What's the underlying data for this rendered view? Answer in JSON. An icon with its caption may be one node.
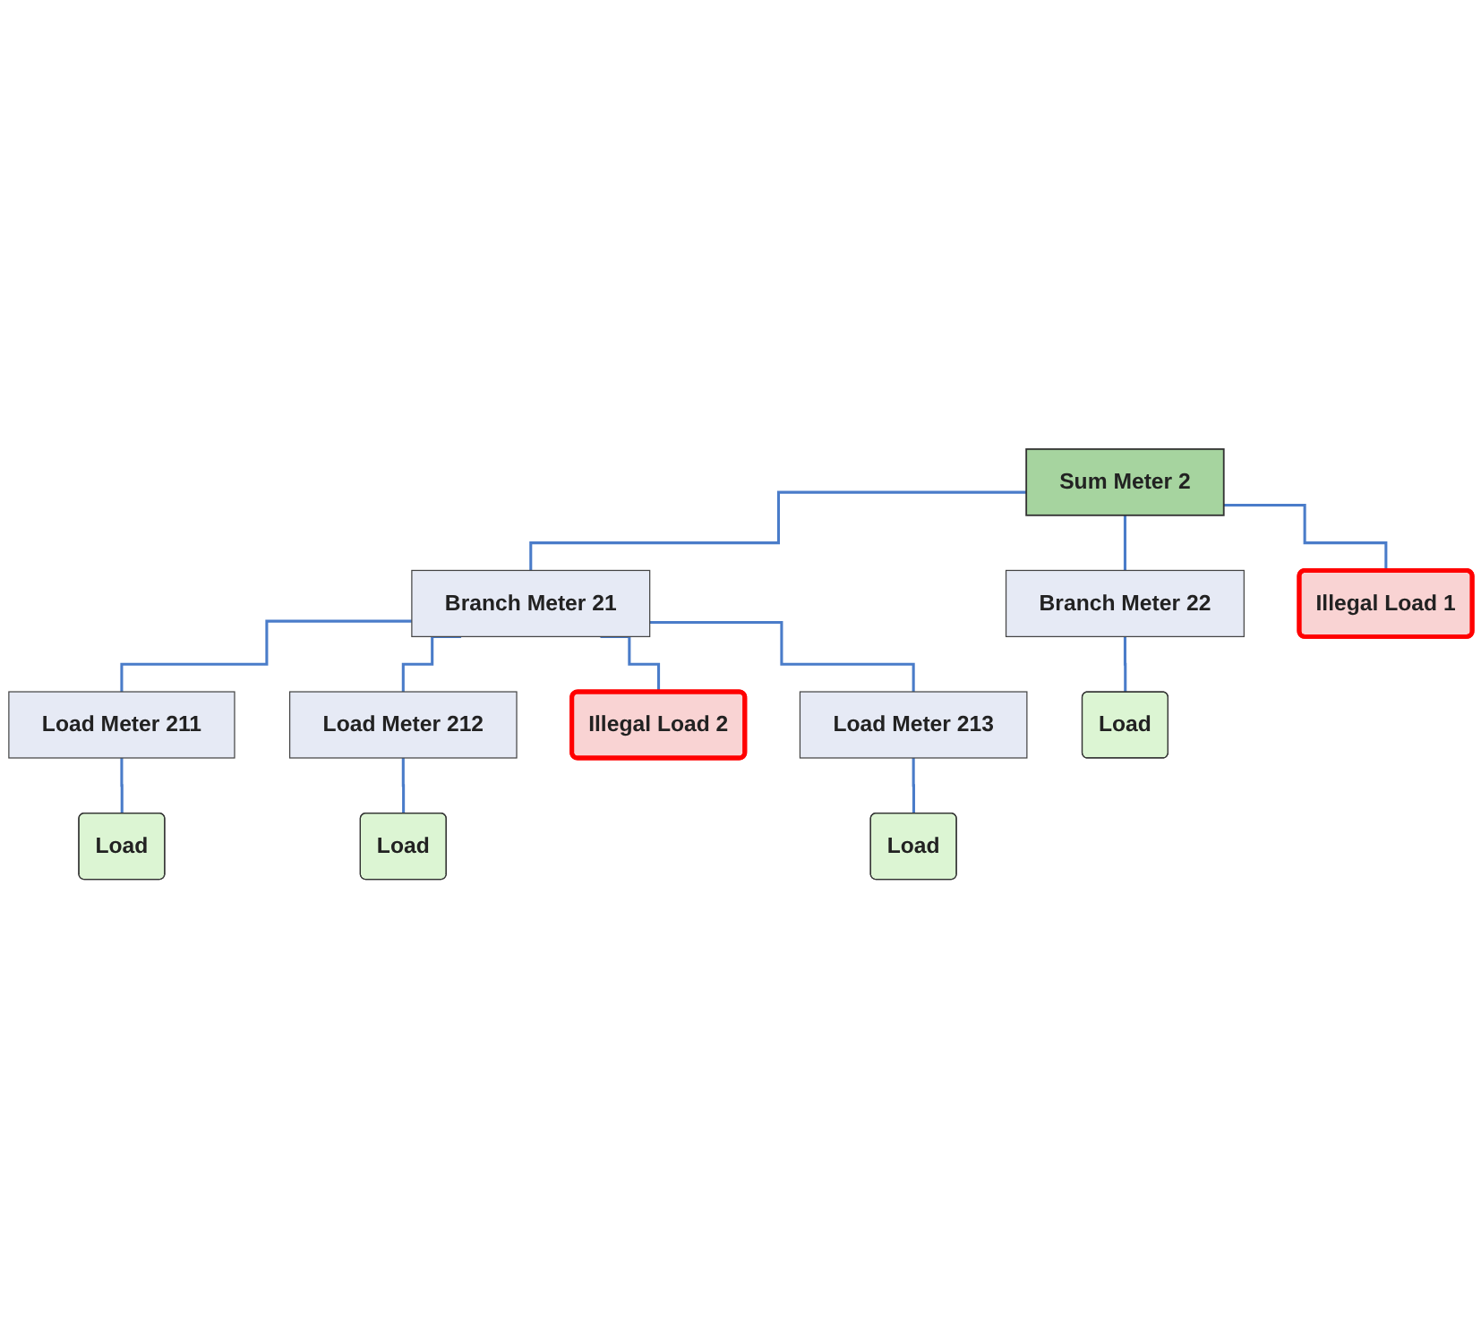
{
  "diagram": {
    "nodes": [
      {
        "text": [
          "Sum Meter 2"
        ]
      },
      {
        "text": [
          "Branch Meter 21"
        ]
      },
      {
        "text": [
          "Branch Meter 22"
        ]
      },
      {
        "text": [
          "Illegal Load 1"
        ]
      },
      {
        "text": [
          "Load"
        ]
      },
      {
        "text": [
          "Load Meter 211"
        ]
      },
      {
        "text": [
          "Load"
        ]
      },
      {
        "text": [
          "Load"
        ]
      },
      {
        "text": [
          "Load Meter 212"
        ]
      },
      {
        "text": [
          "Illegal Load 2"
        ]
      },
      {
        "text": [
          "Load"
        ]
      },
      {
        "text": [
          "Load Meter 213"
        ]
      }
    ],
    "edges": [
      {
        "from": 0,
        "to": 1,
        "arrow": "none"
      },
      {
        "from": 0,
        "to": 2,
        "arrow": "none"
      },
      {
        "from": 0,
        "to": 3,
        "arrow": "none"
      },
      {
        "from": 1,
        "to": 5,
        "arrow": "none"
      },
      {
        "from": 1,
        "to": 8,
        "arrow": "none"
      },
      {
        "from": 1,
        "to": 9,
        "arrow": "none"
      },
      {
        "from": 1,
        "to": 11,
        "arrow": "none"
      },
      {
        "from": 2,
        "to": 6,
        "arrow": "none"
      },
      {
        "from": 5,
        "to": 4,
        "arrow": "none"
      },
      {
        "from": 8,
        "to": 7,
        "arrow": "none"
      },
      {
        "from": 11,
        "to": 10,
        "arrow": "none"
      }
    ]
  }
}
